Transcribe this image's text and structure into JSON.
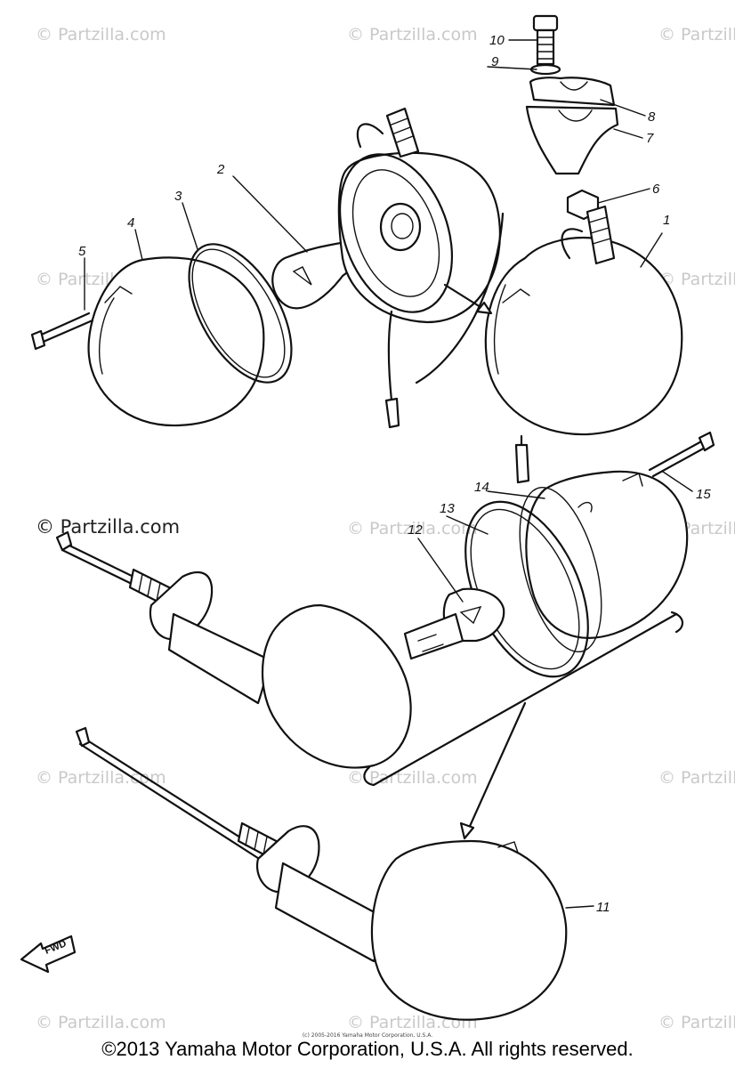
{
  "watermark": {
    "text": "© Partzilla.com"
  },
  "logo_watermark": "© Partzilla.com",
  "callouts": [
    {
      "num": "1",
      "target": "turn-signal-assembly"
    },
    {
      "num": "2",
      "target": "bulb"
    },
    {
      "num": "3",
      "target": "gasket"
    },
    {
      "num": "4",
      "target": "lens"
    },
    {
      "num": "5",
      "target": "screw"
    },
    {
      "num": "6",
      "target": "nut"
    },
    {
      "num": "7",
      "target": "bracket"
    },
    {
      "num": "8",
      "target": "bracket-cap"
    },
    {
      "num": "9",
      "target": "washer"
    },
    {
      "num": "10",
      "target": "bolt"
    },
    {
      "num": "11",
      "target": "turn-signal-assembly"
    },
    {
      "num": "12",
      "target": "bulb"
    },
    {
      "num": "13",
      "target": "gasket"
    },
    {
      "num": "14",
      "target": "lens"
    },
    {
      "num": "15",
      "target": "screw"
    }
  ],
  "fwd_label": "FWD",
  "tiny_copyright": "(c) 2005-2016 Yamaha Motor Corporation, U.S.A.",
  "copyright": "©2013 Yamaha Motor Corporation, U.S.A. All rights reserved."
}
